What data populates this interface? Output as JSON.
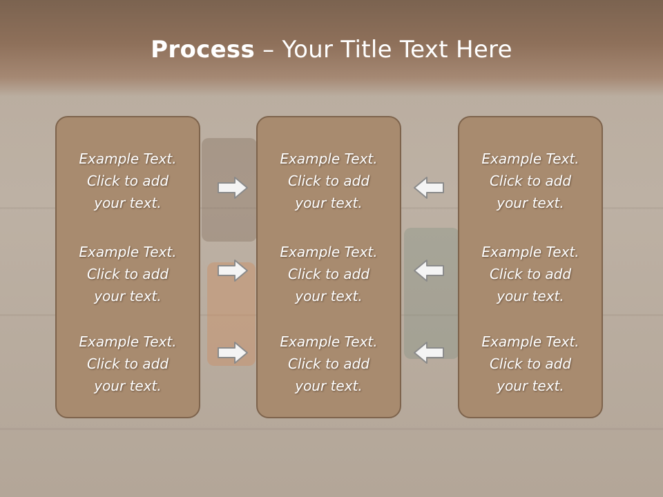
{
  "title": {
    "bold": "Process",
    "rest": " – Your Title Text Here"
  },
  "columns": [
    {
      "items": [
        {
          "l1": "Example Text.",
          "l2": "Click  to add",
          "l3": "your text."
        },
        {
          "l1": "Example Text.",
          "l2": "Click  to add",
          "l3": "your text."
        },
        {
          "l1": "Example Text.",
          "l2": "Click  to add",
          "l3": "your text."
        }
      ]
    },
    {
      "items": [
        {
          "l1": "Example Text.",
          "l2": "Click  to add",
          "l3": "your text."
        },
        {
          "l1": "Example Text.",
          "l2": "Click  to add",
          "l3": "your text."
        },
        {
          "l1": "Example Text.",
          "l2": "Click  to add",
          "l3": "your text."
        }
      ]
    },
    {
      "items": [
        {
          "l1": "Example Text.",
          "l2": "Click  to add",
          "l3": "your text."
        },
        {
          "l1": "Example Text.",
          "l2": "Click  to add",
          "l3": "your text."
        },
        {
          "l1": "Example Text.",
          "l2": "Click  to add",
          "l3": "your text."
        }
      ]
    }
  ],
  "arrows": {
    "left_side": "arrow-right-icon",
    "right_side": "arrow-left-icon"
  },
  "colors": {
    "header": "#8e705a",
    "box_fill": "#a88b6f",
    "box_border": "#7d634c",
    "text": "#ffffff"
  }
}
